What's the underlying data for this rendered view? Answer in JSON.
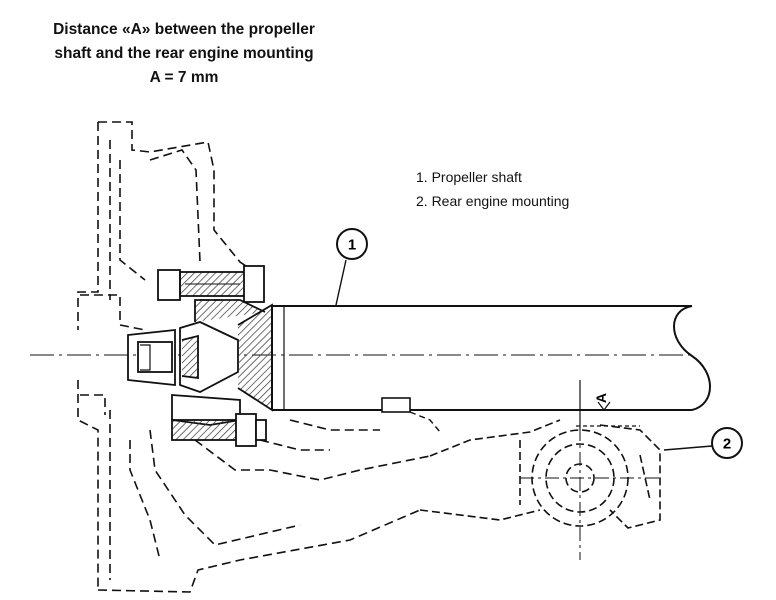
{
  "heading": {
    "line1": "Distance «A» between the propeller",
    "line2": "shaft and the rear engine mounting",
    "line3": "A = 7 mm"
  },
  "legend": {
    "items": [
      {
        "label": "1. Propeller shaft"
      },
      {
        "label": "2. Rear engine mounting"
      }
    ]
  },
  "callouts": {
    "shaft": "1",
    "mounting": "2"
  },
  "dimension": {
    "label": "A"
  },
  "colors": {
    "ink": "#111111",
    "hatch": "#333333",
    "background": "#ffffff"
  }
}
